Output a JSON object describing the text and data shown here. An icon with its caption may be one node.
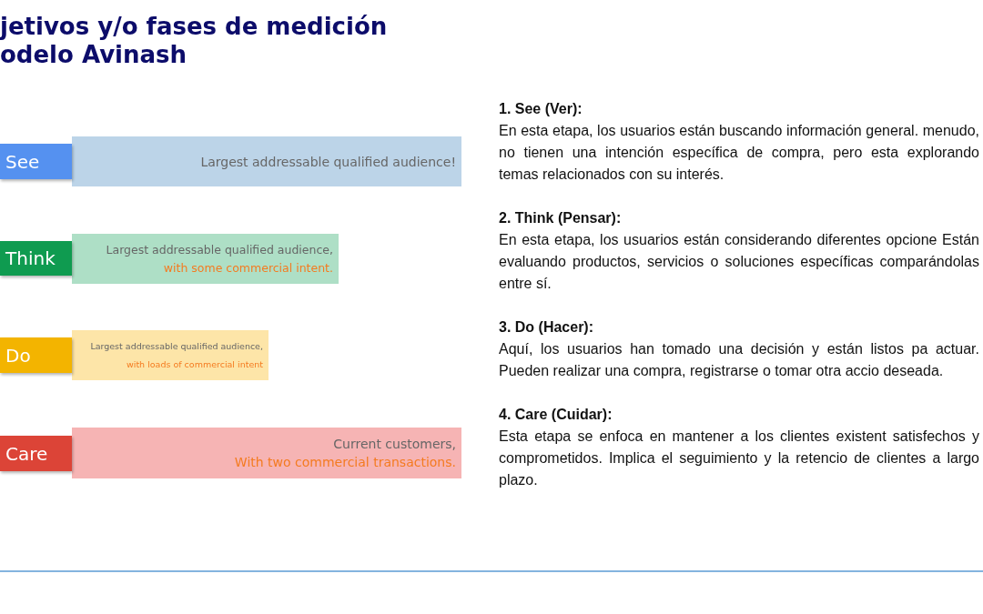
{
  "diagram": {
    "title": "jetivos y/o fases de medición odelo Avinash",
    "nodes": [
      {
        "text": [
          "See"
        ]
      },
      {
        "text": [
          "Largest addressable qualified audience!"
        ]
      },
      {
        "text": [
          "Think"
        ]
      },
      {
        "text": [
          "Largest addressable qualified audience,",
          "with some commercial intent."
        ]
      },
      {
        "text": [
          "Do"
        ]
      },
      {
        "text": [
          "Largest addressable qualified audience,",
          "with loads of commercial intent"
        ]
      },
      {
        "text": [
          "Care"
        ]
      },
      {
        "text": [
          "Current customers,",
          "With two commercial transactions."
        ]
      }
    ],
    "edges": [],
    "labels": [
      "1. See (Ver):",
      "En esta etapa, los usuarios están buscando información general. menudo, no tienen una intención específica de compra, pero esta explorando temas relacionados con su interés.",
      "2. Think (Pensar):",
      "En esta etapa, los usuarios están considerando diferentes opcione Están evaluando productos, servicios o soluciones específicas comparándolas entre sí.",
      "3. Do (Hacer):",
      "Aquí, los usuarios han tomado una decisión y están listos pa actuar. Pueden realizar una compra, registrarse o tomar otra accio deseada.",
      "4. Care (Cuidar):",
      "Esta etapa se enfoca en mantener a los clientes existent satisfechos y comprometidos. Implica el seguimiento y la retencio de clientes a largo plazo."
    ]
  }
}
